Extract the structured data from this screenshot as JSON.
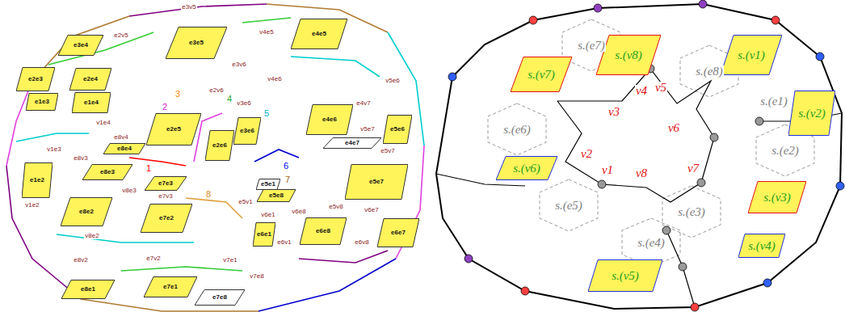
{
  "diagram": {
    "nodes": [
      {
        "text": [
          "e3e4"
        ]
      },
      {
        "text": [
          "e3e5"
        ]
      },
      {
        "text": [
          "e4e5"
        ]
      },
      {
        "text": [
          "e2e3"
        ]
      },
      {
        "text": [
          "e2e4"
        ]
      },
      {
        "text": [
          "e1e3"
        ]
      },
      {
        "text": [
          "e1e4"
        ]
      },
      {
        "text": [
          "e2e5"
        ]
      },
      {
        "text": [
          "e2e6"
        ]
      },
      {
        "text": [
          "e3e6"
        ]
      },
      {
        "text": [
          "e4e6"
        ]
      },
      {
        "text": [
          "e5e6"
        ]
      },
      {
        "text": [
          "e8e4"
        ]
      },
      {
        "text": [
          "e4e7"
        ]
      },
      {
        "text": [
          "e8e3"
        ]
      },
      {
        "text": [
          "e7e3"
        ]
      },
      {
        "text": [
          "e1e2"
        ]
      },
      {
        "text": [
          "e5e7"
        ]
      },
      {
        "text": [
          "e5e1"
        ]
      },
      {
        "text": [
          "e5e8"
        ]
      },
      {
        "text": [
          "e8e2"
        ]
      },
      {
        "text": [
          "e7e2"
        ]
      },
      {
        "text": [
          "e6e1"
        ]
      },
      {
        "text": [
          "e6e8"
        ]
      },
      {
        "text": [
          "e6e7"
        ]
      },
      {
        "text": [
          "e8e1"
        ]
      },
      {
        "text": [
          "e7e1"
        ]
      },
      {
        "text": [
          "e7e8"
        ]
      },
      {
        "text": [
          "s.(v8)"
        ]
      },
      {
        "text": [
          "s.(v1)"
        ]
      },
      {
        "text": [
          "s.(v7)"
        ]
      },
      {
        "text": [
          "s.(v2)"
        ]
      },
      {
        "text": [
          "s.(v6)"
        ]
      },
      {
        "text": [
          "s.(v3)"
        ]
      },
      {
        "text": [
          "s.(v4)"
        ]
      },
      {
        "text": [
          "s.(v5)"
        ]
      }
    ],
    "labels": [
      "e3v5",
      "e2v5",
      "v4e5",
      "e3v6",
      "v4e6",
      "e2v6",
      "v3e6",
      "v5e6",
      "e4v7",
      "v5e7",
      "e5v7",
      "v1e4",
      "v1e3",
      "e8v4",
      "e8v3",
      "v8e3",
      "e7v3",
      "v1e2",
      "v8e2",
      "e5v1",
      "v6e1",
      "v6e8",
      "e5v8",
      "v6e7",
      "e6v1",
      "e6v8",
      "e8v2",
      "e7v2",
      "v7e1",
      "v7e8",
      "1",
      "2",
      "3",
      "4",
      "5",
      "6",
      "7",
      "8",
      "s.(e7)",
      "s.(e8)",
      "s.(e1)",
      "s.(e6)",
      "s.(e2)",
      "s.(e5)",
      "s.(e3)",
      "s.(e4)",
      "v4",
      "v5",
      "v3",
      "v6",
      "v2",
      "v1",
      "v8",
      "v7"
    ]
  }
}
